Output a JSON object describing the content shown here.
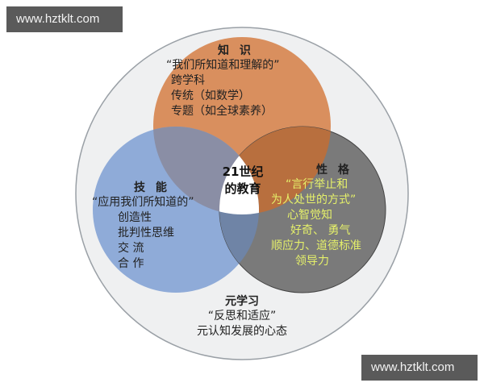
{
  "watermarks": {
    "top_left": "www.hztklt.com",
    "bottom_right": "www.hztklt.com"
  },
  "colors": {
    "outer_circle": "#eff0f1",
    "outer_stroke": "#9aa0a6",
    "knowledge": "#d98f5e",
    "skills": "#8fabd8",
    "character": "#7a7a7a",
    "center": "#ffffff",
    "character_text": "#e5f06a"
  },
  "diagram": {
    "center": {
      "line1": "21世纪",
      "line2": "的教育"
    },
    "knowledge": {
      "title": "知 识",
      "lines": [
        "“我们所知道和理解的”",
        "跨学科",
        "传统（如数学）",
        "专题（如全球素养）"
      ]
    },
    "skills": {
      "title": "技 能",
      "lines": [
        "“应用我们所知道的”",
        "创造性",
        "批判性思维",
        "交 流",
        "合 作"
      ]
    },
    "character": {
      "title": "性 格",
      "lines": [
        "“言行举止和",
        "为人处世的方式”",
        "心智觉知",
        "好奇、 勇气",
        "顺应力、道德标准",
        "领导力"
      ]
    },
    "meta_learning": {
      "title": "元学习",
      "lines": [
        "“反思和适应”",
        "元认知发展的心态"
      ]
    }
  }
}
